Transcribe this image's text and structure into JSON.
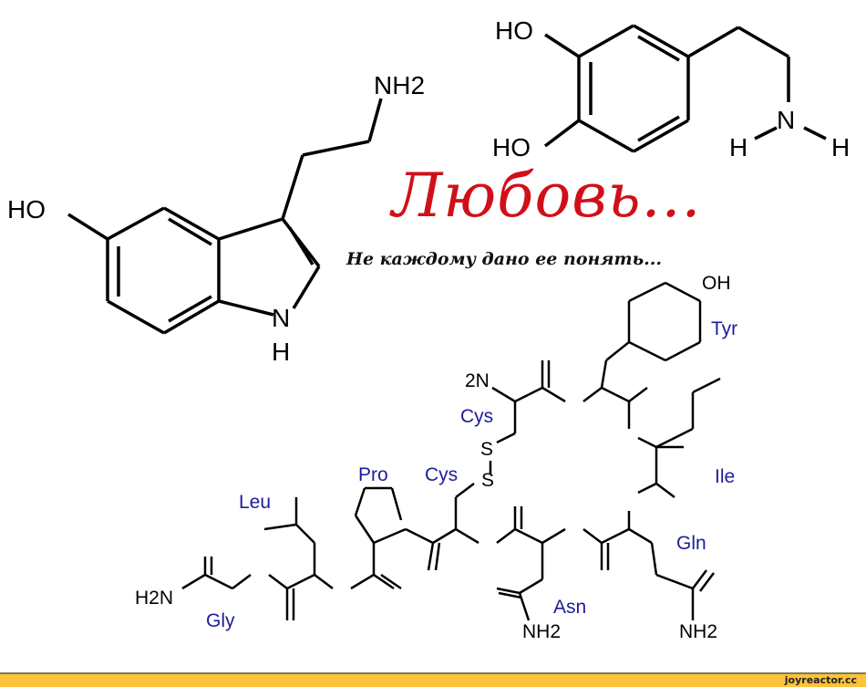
{
  "title": "Любовь...",
  "subtitle": "Не каждому дано ее понять...",
  "serotonin": {
    "ho": "HO",
    "nh2": "NH2",
    "n": "N",
    "h": "H"
  },
  "dopamine": {
    "ho1": "HO",
    "ho2": "HO",
    "n": "N",
    "h1": "H",
    "h2": "H"
  },
  "oxytocin": {
    "residues": [
      "Tyr",
      "Cys",
      "Ile",
      "Pro",
      "Cys",
      "Leu",
      "Gln",
      "Gly",
      "Asn"
    ],
    "atoms": {
      "nterm": "2N",
      "oh": "OH",
      "s1": "S",
      "s2": "S",
      "h2n": "H2N",
      "nh2a": "NH2",
      "nh2b": "NH2"
    }
  },
  "footer": "joyreactor.cc",
  "colors": {
    "title": "#d01018",
    "residue": "#1d1d9a",
    "footer": "#fcc23a"
  }
}
